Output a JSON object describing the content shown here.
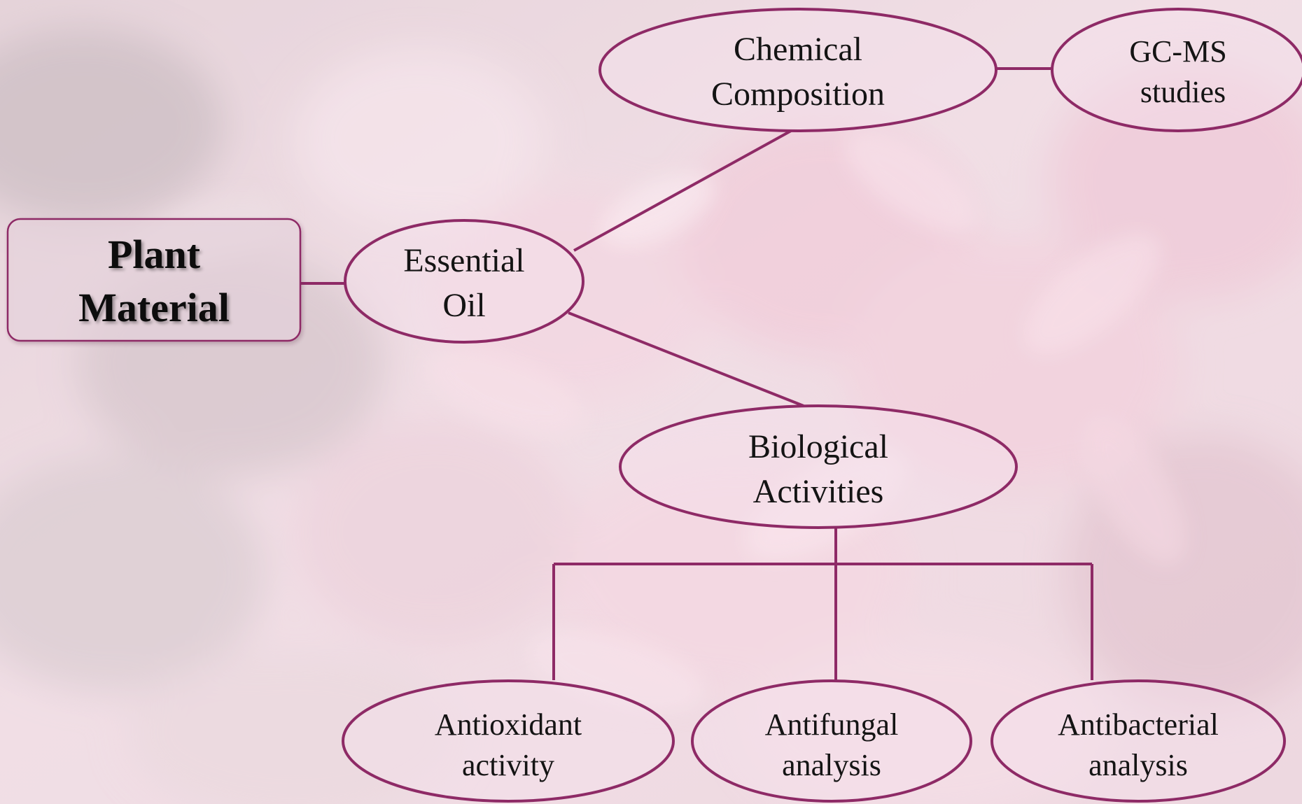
{
  "diagram": {
    "accent_color": "#8e2a66",
    "root": {
      "line1": "Plant",
      "line2": "Material"
    },
    "nodes": {
      "essential_oil": {
        "line1": "Essential",
        "line2": "Oil"
      },
      "chemical_composition": {
        "line1": "Chemical",
        "line2": "Composition"
      },
      "gcms": {
        "line1": "GC-MS",
        "line2": "studies"
      },
      "biological_activities": {
        "line1": "Biological",
        "line2": "Activities"
      },
      "antioxidant": {
        "line1": "Antioxidant",
        "line2": "activity"
      },
      "antifungal": {
        "line1": "Antifungal",
        "line2": "analysis"
      },
      "antibacterial": {
        "line1": "Antibacterial",
        "line2": "analysis"
      }
    },
    "background": "blurred-pink-flower-petals-photo"
  }
}
